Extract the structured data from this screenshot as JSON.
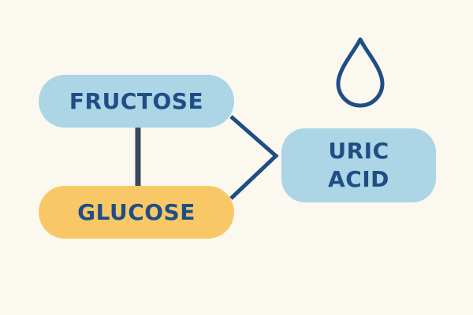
{
  "diagram": {
    "nodes": {
      "fructose": {
        "label": "FRUCTOSE"
      },
      "glucose": {
        "label": "GLUCOSE"
      },
      "uric_acid": {
        "line1": "URIC",
        "line2": "ACID"
      }
    },
    "edges": [
      {
        "from": "fructose",
        "to": "glucose",
        "style": "line"
      },
      {
        "from": "fructose",
        "to": "uric_acid",
        "style": "arrow"
      },
      {
        "from": "glucose",
        "to": "uric_acid",
        "style": "arrow"
      }
    ],
    "icons": {
      "drop": "water-drop-icon"
    }
  },
  "colors": {
    "background": "#fbf8f0",
    "node_blue": "#acd5e5",
    "node_yellow": "#f9c866",
    "text_navy": "#1f4e86",
    "line_dark": "#3b4a5a",
    "arrow_navy": "#1f4e86"
  }
}
